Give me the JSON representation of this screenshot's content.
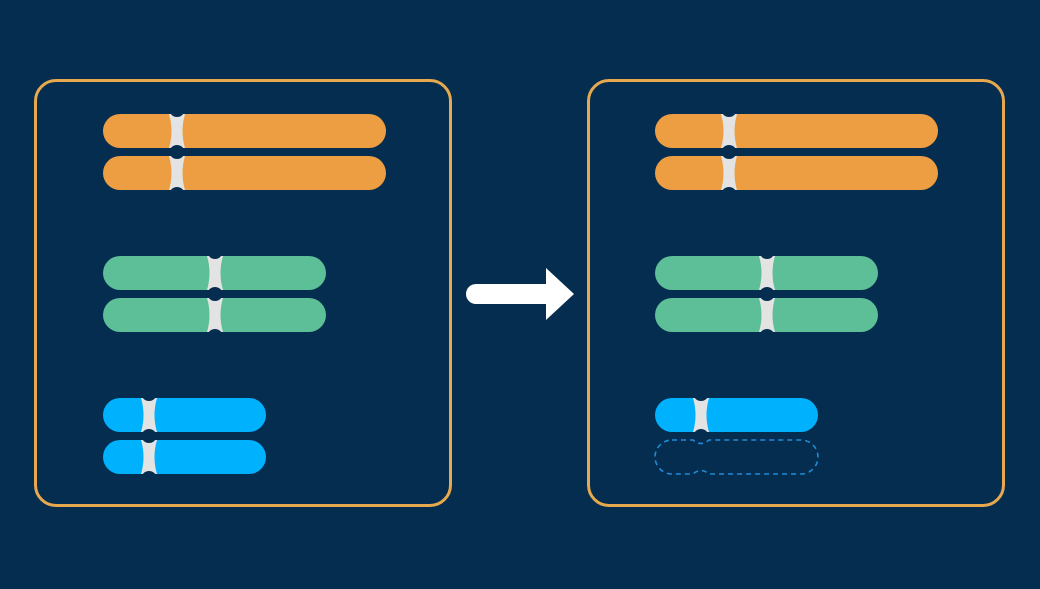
{
  "colors": {
    "background": "#042d4f",
    "panel_border": "#e8a84e",
    "centromere": "#e3e3e3",
    "arrow": "#ffffff",
    "missing_outline": "#1f8bd6"
  },
  "panels": [
    {
      "chromosome_pairs": [
        {
          "color": "#ee9e42",
          "copies": [
            "present",
            "present"
          ],
          "centromere_position": 0.26
        },
        {
          "color": "#5dbf97",
          "copies": [
            "present",
            "present"
          ],
          "centromere_position": 0.5
        },
        {
          "color": "#00b2fd",
          "copies": [
            "present",
            "present"
          ],
          "centromere_position": 0.28
        }
      ]
    },
    {
      "chromosome_pairs": [
        {
          "color": "#ee9e42",
          "copies": [
            "present",
            "present"
          ],
          "centromere_position": 0.26
        },
        {
          "color": "#5dbf97",
          "copies": [
            "present",
            "present"
          ],
          "centromere_position": 0.5
        },
        {
          "color": "#00b2fd",
          "copies": [
            "present",
            "missing"
          ],
          "centromere_position": 0.28
        }
      ]
    }
  ],
  "arrow_icon": "right-arrow-icon"
}
